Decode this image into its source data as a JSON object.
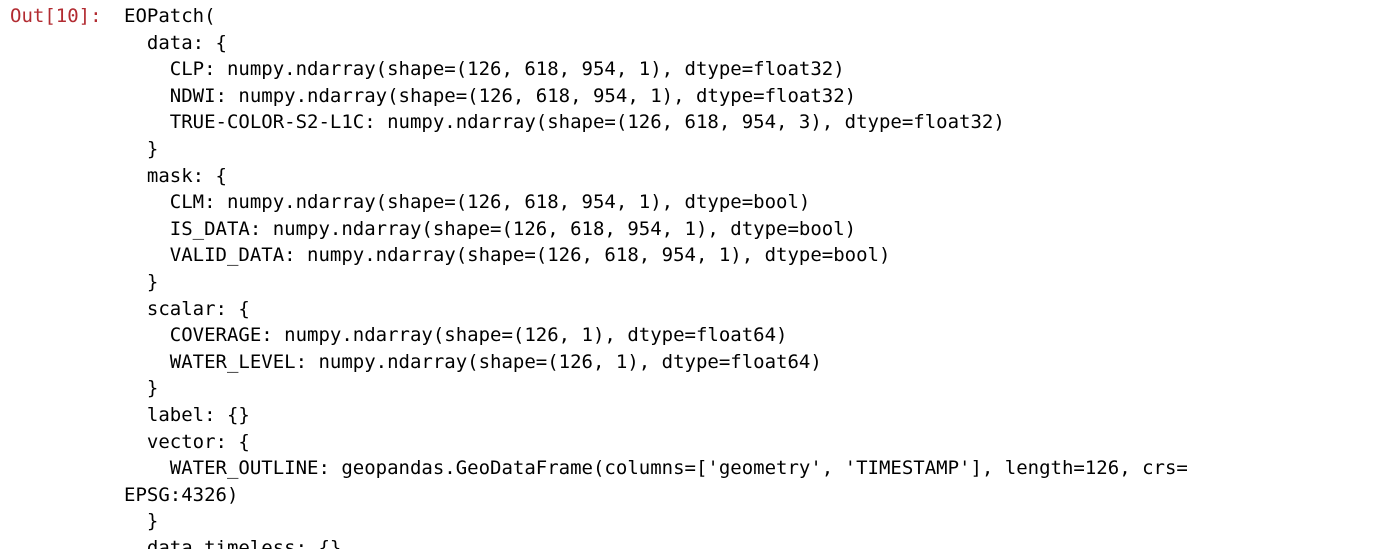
{
  "prompt": {
    "label": "Out[10]:"
  },
  "output": {
    "lines": [
      "EOPatch(",
      "  data: {",
      "    CLP: numpy.ndarray(shape=(126, 618, 954, 1), dtype=float32)",
      "    NDWI: numpy.ndarray(shape=(126, 618, 954, 1), dtype=float32)",
      "    TRUE-COLOR-S2-L1C: numpy.ndarray(shape=(126, 618, 954, 3), dtype=float32)",
      "  }",
      "  mask: {",
      "    CLM: numpy.ndarray(shape=(126, 618, 954, 1), dtype=bool)",
      "    IS_DATA: numpy.ndarray(shape=(126, 618, 954, 1), dtype=bool)",
      "    VALID_DATA: numpy.ndarray(shape=(126, 618, 954, 1), dtype=bool)",
      "  }",
      "  scalar: {",
      "    COVERAGE: numpy.ndarray(shape=(126, 1), dtype=float64)",
      "    WATER_LEVEL: numpy.ndarray(shape=(126, 1), dtype=float64)",
      "  }",
      "  label: {}",
      "  vector: {",
      "    WATER_OUTLINE: geopandas.GeoDataFrame(columns=['geometry', 'TIMESTAMP'], length=126, crs=",
      "EPSG:4326)",
      "  }",
      "  data_timeless: {}"
    ]
  }
}
